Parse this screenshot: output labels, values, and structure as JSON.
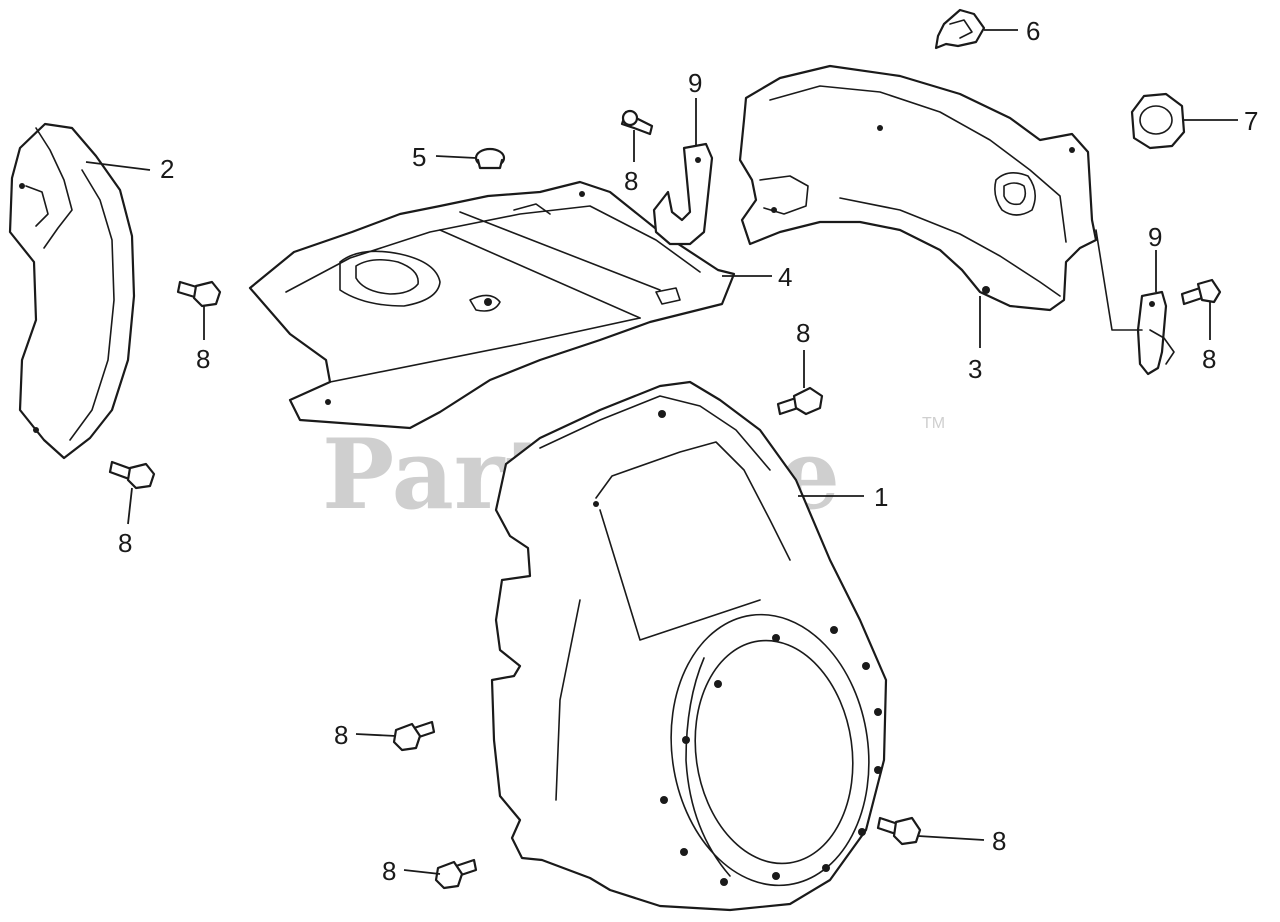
{
  "watermark": {
    "text": "PartsTree",
    "trademark": "TM"
  },
  "callouts": [
    {
      "label": "1"
    },
    {
      "label": "2"
    },
    {
      "label": "3"
    },
    {
      "label": "4"
    },
    {
      "label": "5"
    },
    {
      "label": "6"
    },
    {
      "label": "7"
    },
    {
      "label": "8"
    },
    {
      "label": "8"
    },
    {
      "label": "8"
    },
    {
      "label": "8"
    },
    {
      "label": "8"
    },
    {
      "label": "8"
    },
    {
      "label": "8"
    },
    {
      "label": "8"
    },
    {
      "label": "9"
    },
    {
      "label": "9"
    }
  ]
}
